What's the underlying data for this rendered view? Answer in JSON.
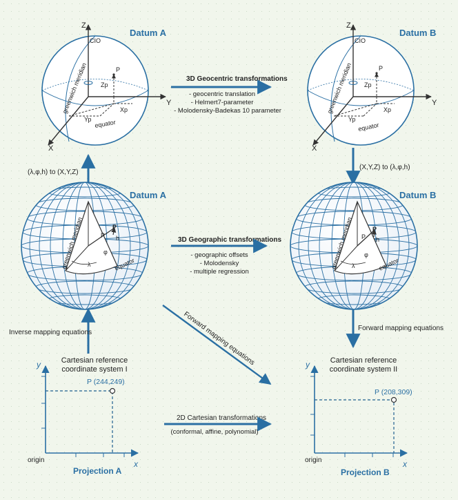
{
  "colors": {
    "accent": "#2a6fa3",
    "arrow": "#2a6fa3",
    "line": "#333333",
    "background": "#f1f6ec"
  },
  "top_row": {
    "left_title": "Datum A",
    "right_title": "Datum B",
    "globe_labels": {
      "cio": "CIO",
      "z": "Z",
      "y": "Y",
      "x": "X",
      "zp": "Zp",
      "xp": "Xp",
      "yp": "Yp",
      "p": "P",
      "meridian": "greenwich meridian",
      "equator": "equator"
    },
    "transform_title": "3D Geocentric transformations",
    "transform_items": [
      "- geocentric translation",
      "- Helmert7-parameter",
      "- Molodensky-Badekas  10 parameter"
    ]
  },
  "conversions": {
    "left_up": "(λ,φ,h) to (X,Y,Z)",
    "right_down": "(X,Y,Z) to (λ,φ,h)"
  },
  "middle_row": {
    "left_title": "Datum A",
    "right_title": "Datum B",
    "sphere_labels": {
      "meridian": "greenwich meridian",
      "equator": "equator",
      "p": "P",
      "h": "h",
      "lambda": "λ",
      "phi": "φ"
    },
    "transform_title": "3D Geographic transformations",
    "transform_items": [
      "- geographic offsets",
      "- Molodensky",
      "- multiple regression"
    ]
  },
  "mapping": {
    "inverse": "Inverse mapping equations",
    "forward_diag": "Forward mapping equations",
    "forward": "Forward  mapping equations"
  },
  "bottom_row": {
    "left_title_line1": "Cartesian reference",
    "left_title_line2": "coordinate system I",
    "left_point": "P (244,249)",
    "left_caption": "Projection A",
    "right_title_line1": "Cartesian reference",
    "right_title_line2": "coordinate system II",
    "right_point": "P (208,309)",
    "right_caption": "Projection B",
    "axis_x": "x",
    "axis_y": "y",
    "origin": "origin",
    "transform_title": "2D Cartesian transformations",
    "transform_sub": "(conformal, affine, polynomial)"
  }
}
